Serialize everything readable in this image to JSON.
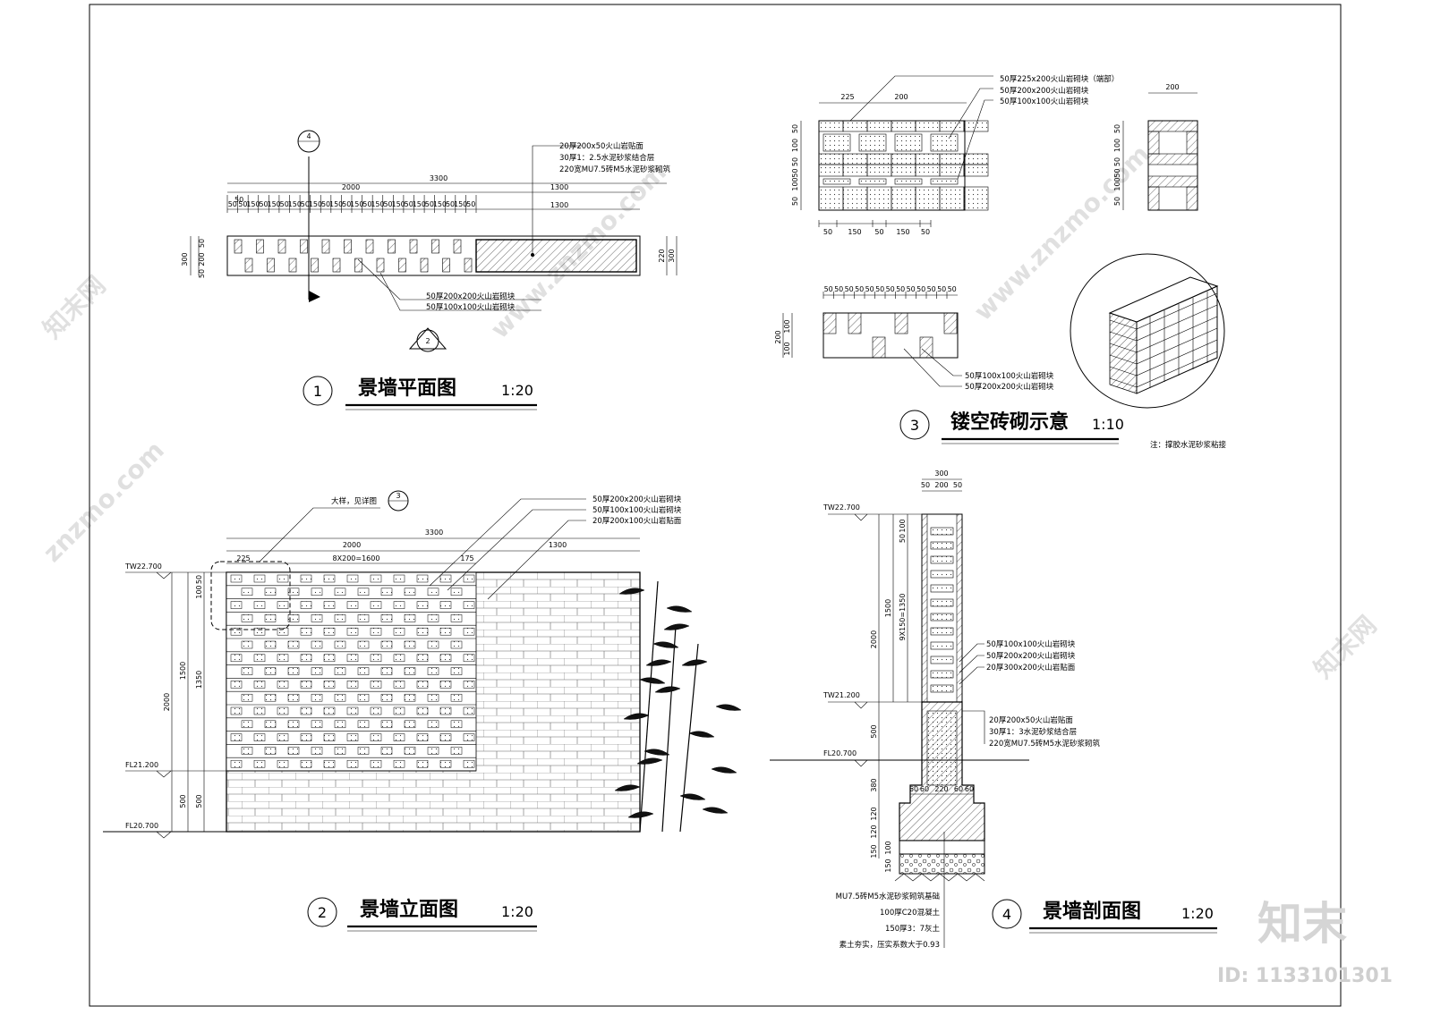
{
  "sheet_titles": {
    "plan": {
      "num": "1",
      "title": "景墙平面图",
      "scale": "1:20"
    },
    "elevation": {
      "num": "2",
      "title": "景墙立面图",
      "scale": "1:20"
    },
    "hollow": {
      "num": "3",
      "title": "镂空砖砌示意",
      "scale": "1:10"
    },
    "section": {
      "num": "4",
      "title": "景墙剖面图",
      "scale": "1:20"
    }
  },
  "plan": {
    "callout_top": "4",
    "callout_bottom": "2",
    "dims": {
      "total": "3300",
      "left": "2000",
      "right": "1300",
      "right_inner": "1300",
      "first": "50",
      "h300": "300",
      "h220": "220",
      "h50a": "50",
      "h200": "200",
      "h50b": "50",
      "r220": "220",
      "r300": "300"
    },
    "dims_row": [
      "50",
      "50",
      "150",
      "50",
      "150",
      "50",
      "150",
      "50",
      "150",
      "50",
      "150",
      "50",
      "150",
      "50",
      "150",
      "50",
      "150",
      "50",
      "150",
      "50",
      "150",
      "50",
      "150",
      "50"
    ],
    "notes_right": [
      "20厚200x50火山岩贴面",
      "30厚1：2.5水泥砂浆结合层",
      "220宽MU7.5砖M5水泥砂浆砌筑"
    ],
    "notes_bottom": [
      "50厚200x200火山岩砌块",
      "50厚100x100火山岩砌块"
    ]
  },
  "hollow": {
    "notes_top": [
      "50厚225x200火山岩砌块（端部）",
      "50厚200x200火山岩砌块",
      "50厚100x100火山岩砌块"
    ],
    "dims_top": [
      "225",
      "200"
    ],
    "dims_bottom": [
      "50",
      "150",
      "50",
      "150",
      "50"
    ],
    "dims_left": [
      "50",
      "100",
      "50",
      "50",
      "100",
      "50"
    ],
    "dims_right_top": "200",
    "dims_right": [
      "50",
      "100",
      "50",
      "50",
      "100",
      "50"
    ],
    "plan_dims_top": [
      "50",
      "50",
      "50",
      "50",
      "50",
      "50",
      "50",
      "50",
      "50",
      "50",
      "50",
      "50",
      "50"
    ],
    "plan_dims_left": [
      "200",
      "100",
      "100"
    ],
    "notes_plan": [
      "50厚100x100火山岩砌块",
      "50厚200x200火山岩砌块"
    ],
    "note": "注：撑胶水泥砂浆粘接"
  },
  "elevation": {
    "callout_note": "大样，见详图",
    "callout_num": "3",
    "notes": [
      "50厚200x200火山岩砌块",
      "50厚100x100火山岩砌块",
      "20厚200x100火山岩贴面"
    ],
    "dims_top": {
      "total": "3300",
      "left": "2000",
      "right": "1300",
      "d225": "225",
      "d1600": "8X200=1600",
      "d175": "175"
    },
    "levels": [
      "TW22.700",
      "FL21.200",
      "FL20.700"
    ],
    "dims_left": [
      "100",
      "50",
      "1500",
      "1350",
      "2000",
      "500",
      "500"
    ]
  },
  "section": {
    "dims_top": {
      "total": "300",
      "parts": [
        "50",
        "200",
        "50"
      ]
    },
    "levels": [
      "TW22.700",
      "TW21.200",
      "FL20.700"
    ],
    "dims_left": [
      "100",
      "50",
      "1500",
      "9X150=1350",
      "2000",
      "500",
      "380",
      "120",
      "120",
      "150",
      "100",
      "150"
    ],
    "dims_base": [
      "60",
      "60",
      "220",
      "60",
      "60"
    ],
    "notes_upper": [
      "50厚100x100火山岩砌块",
      "50厚200x200火山岩砌块",
      "20厚300x200火山岩贴面"
    ],
    "notes_lower": [
      "20厚200x50火山岩贴面",
      "30厚1：3水泥砂浆结合层",
      "220宽MU7.5砖M5水泥砂浆砌筑"
    ],
    "notes_foundation": [
      "MU7.5砖M5水泥砂浆砌筑基础",
      "100厚C20混凝土",
      "150厚3：7灰土",
      "素土夯实，压实系数大于0.93"
    ]
  },
  "watermark": {
    "logo": "知末",
    "id": "ID: 1133101301",
    "site": "znzmo.com",
    "site2": "www.znzmo.com",
    "brand": "知末网"
  }
}
